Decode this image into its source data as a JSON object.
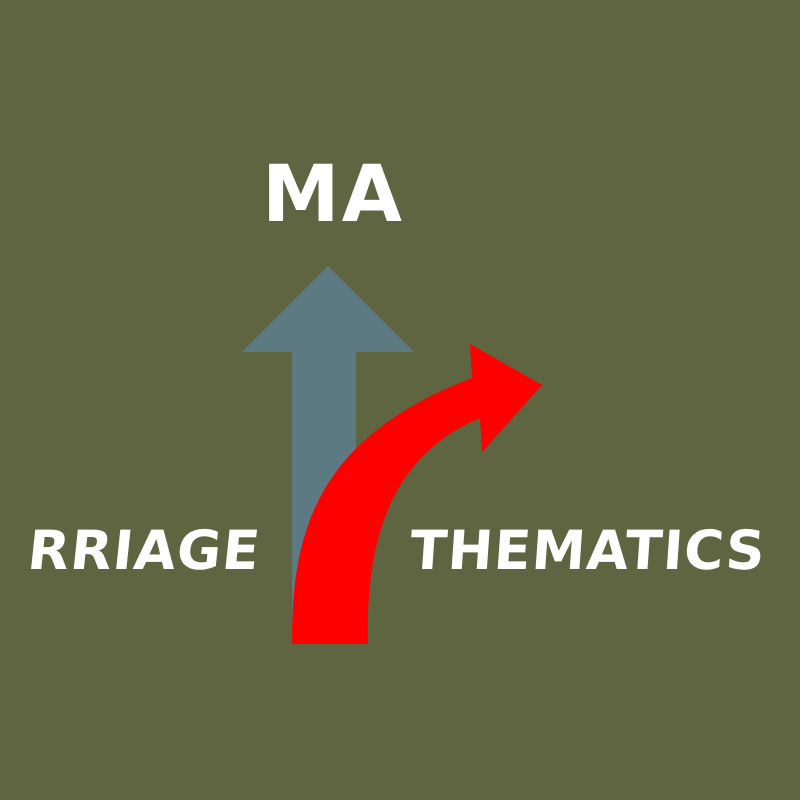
{
  "words": {
    "top": "MA",
    "left": "RRIAGE",
    "right": "THEMATICS"
  },
  "colors": {
    "background": "#5e6540",
    "straight_arrow": "#5d7a82",
    "curved_arrow": "#ff0000",
    "text": "#ffffff"
  },
  "icons": {
    "straight_arrow": "up-arrow-icon",
    "curved_arrow": "curved-right-arrow-icon"
  }
}
